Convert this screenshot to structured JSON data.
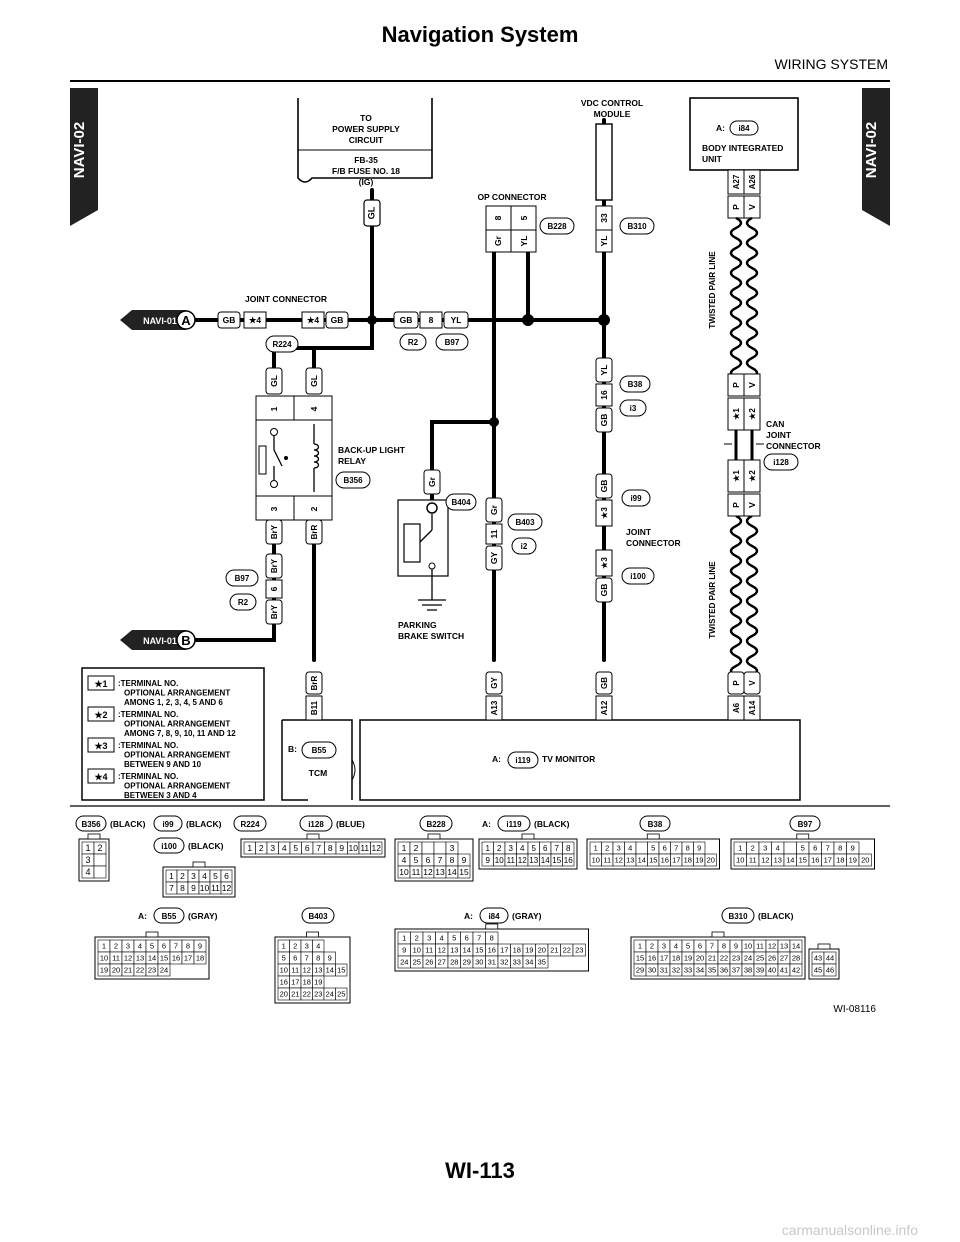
{
  "header": {
    "title": "Navigation System",
    "section": "WIRING SYSTEM"
  },
  "footer": {
    "page": "WI-113",
    "watermark": "carmanualsonline.info"
  },
  "side_tabs": {
    "left": "NAVI-02",
    "right": "NAVI-02"
  },
  "diagram": {
    "power_supply": {
      "line1": "TO",
      "line2": "POWER SUPPLY",
      "line3": "CIRCUIT",
      "fuse1": "FB-35",
      "fuse2": "F/B FUSE NO. 18",
      "fuse3": "(IG)",
      "wire": "GL"
    },
    "joint_connector": {
      "label": "JOINT CONNECTOR",
      "conn": "R224",
      "w1": "GB",
      "s1": "★4",
      "s2": "★4",
      "w2": "GB"
    },
    "navi_a": {
      "ref": "NAVI-01",
      "letter": "A"
    },
    "navi_b": {
      "ref": "NAVI-01",
      "letter": "B"
    },
    "b97_conn": {
      "w1": "GB",
      "pin": "8",
      "w2": "YL",
      "c1": "R2",
      "c2": "B97"
    },
    "op_connector": {
      "label": "OP CONNECTOR",
      "conn": "B228",
      "p1": "8",
      "p2": "5",
      "w1": "Gr",
      "w2": "YL"
    },
    "vdc": {
      "line1": "VDC CONTROL",
      "line2": "MODULE",
      "pin": "33",
      "wire": "YL",
      "conn": "B310"
    },
    "body_unit": {
      "prefix": "A:",
      "conn": "i84",
      "line1": "BODY INTEGRATED",
      "line2": "UNIT",
      "p1": "A27",
      "p2": "A26",
      "w1": "P",
      "w2": "V"
    },
    "twisted1": "TWISTED PAIR LINE",
    "twisted2": "TWISTED PAIR LINE",
    "b38_conn": {
      "w1": "YL",
      "pin": "16",
      "w2": "GB",
      "c1": "B38",
      "c2": "i3"
    },
    "can_joint": {
      "line1": "CAN",
      "line2": "JOINT",
      "line3": "CONNECTOR",
      "conn": "i128",
      "w1": "P",
      "w2": "V",
      "s1": "★1",
      "s2": "★2"
    },
    "relay": {
      "line1": "BACK-UP LIGHT",
      "line2": "RELAY",
      "conn": "B356",
      "p1": "1",
      "p4": "4",
      "p3": "3",
      "p2": "2",
      "w_gl1": "GL",
      "w_gl2": "GL",
      "w_bry": "BrY",
      "w_brr": "BrR"
    },
    "b97_r2": {
      "c1": "B97",
      "c2": "R2",
      "w1": "BrY",
      "pin": "6",
      "w2": "BrY"
    },
    "parking": {
      "line1": "PARKING",
      "line2": "BRAKE SWITCH",
      "conn": "B404",
      "wire": "Gr"
    },
    "b403_conn": {
      "w1": "Gr",
      "pin": "11",
      "w2": "GY",
      "c1": "B403",
      "c2": "i2"
    },
    "joint2": {
      "line1": "JOINT",
      "line2": "CONNECTOR",
      "c1": "i99",
      "c2": "i100",
      "w1": "GB",
      "s1": "★3",
      "w2": "GB",
      "s2": "★3"
    },
    "tcm": {
      "prefix": "B:",
      "conn": "B55",
      "label": "TCM",
      "pin": "B11",
      "wire": "BrR"
    },
    "tv": {
      "prefix": "A:",
      "conn": "i119",
      "label": "TV MONITOR",
      "pins": [
        "A13",
        "A12",
        "A6",
        "A14"
      ],
      "wires": [
        "GY",
        "GB",
        "P",
        "V"
      ]
    },
    "legend": [
      {
        "sym": "★1",
        "lines": [
          ":TERMINAL NO.",
          "OPTIONAL ARRANGEMENT",
          "AMONG 1, 2, 3, 4, 5 AND 6"
        ]
      },
      {
        "sym": "★2",
        "lines": [
          ":TERMINAL NO.",
          "OPTIONAL ARRANGEMENT",
          "AMONG 7, 8, 9, 10, 11 AND 12"
        ]
      },
      {
        "sym": "★3",
        "lines": [
          ":TERMINAL NO.",
          "OPTIONAL ARRANGEMENT",
          "BETWEEN 9 AND 10"
        ]
      },
      {
        "sym": "★4",
        "lines": [
          ":TERMINAL NO.",
          "OPTIONAL ARRANGEMENT",
          "BETWEEN 3 AND 4"
        ]
      }
    ],
    "figure_id": "WI-08116"
  },
  "connectors": {
    "b356": {
      "name": "B356",
      "color": "(BLACK)",
      "rows": [
        [
          "1",
          "2"
        ],
        [
          "3"
        ],
        [
          "4"
        ]
      ]
    },
    "i99": {
      "name": "i99",
      "color": "(BLACK)"
    },
    "i100": {
      "name": "i100",
      "color": "(BLACK)",
      "rows": [
        [
          "1",
          "2",
          "3",
          "4",
          "5",
          "6"
        ],
        [
          "7",
          "8",
          "9",
          "10",
          "11",
          "12"
        ]
      ]
    },
    "r224": {
      "name": "R224"
    },
    "i128": {
      "name": "i128",
      "color": "(BLUE)",
      "rows": [
        [
          "1",
          "2",
          "3",
          "4",
          "5",
          "6",
          "7",
          "8",
          "9",
          "10",
          "11",
          "12"
        ]
      ]
    },
    "b228": {
      "name": "B228",
      "rows": [
        [
          "1",
          "2",
          "",
          "",
          "3"
        ],
        [
          "4",
          "5",
          "6",
          "7",
          "8",
          "9"
        ],
        [
          "10",
          "11",
          "12",
          "13",
          "14",
          "15"
        ]
      ]
    },
    "i119": {
      "prefix": "A:",
      "name": "i119",
      "color": "(BLACK)",
      "rows": [
        [
          "1",
          "2",
          "3",
          "4",
          "5",
          "6",
          "7",
          "8"
        ],
        [
          "9",
          "10",
          "11",
          "12",
          "13",
          "14",
          "15",
          "16"
        ]
      ]
    },
    "b38": {
      "name": "B38",
      "rows": [
        [
          "1",
          "2",
          "3",
          "4",
          "",
          "5",
          "6",
          "7",
          "8",
          "9"
        ],
        [
          "10",
          "11",
          "12",
          "13",
          "14",
          "15",
          "16",
          "17",
          "18",
          "19",
          "20"
        ]
      ]
    },
    "b97": {
      "name": "B97",
      "rows": [
        [
          "1",
          "2",
          "3",
          "4",
          "",
          "5",
          "6",
          "7",
          "8",
          "9"
        ],
        [
          "10",
          "11",
          "12",
          "13",
          "14",
          "15",
          "16",
          "17",
          "18",
          "19",
          "20"
        ]
      ]
    },
    "b55": {
      "prefix": "A:",
      "name": "B55",
      "color": "(GRAY)",
      "rows": [
        [
          "1",
          "2",
          "3",
          "4",
          "5",
          "6",
          "7",
          "8",
          "9"
        ],
        [
          "10",
          "11",
          "12",
          "13",
          "14",
          "15",
          "16",
          "17",
          "18"
        ],
        [
          "19",
          "20",
          "21",
          "22",
          "23",
          "24"
        ]
      ]
    },
    "b403": {
      "name": "B403",
      "rows": [
        [
          "1",
          "2",
          "3",
          "4"
        ],
        [
          "5",
          "6",
          "7",
          "8",
          "9"
        ],
        [
          "10",
          "11",
          "12",
          "13",
          "14",
          "15"
        ],
        [
          "16",
          "17",
          "18",
          "19"
        ],
        [
          "20",
          "21",
          "22",
          "23",
          "24",
          "25"
        ]
      ]
    },
    "i84": {
      "prefix": "A:",
      "name": "i84",
      "color": "(GRAY)",
      "rows": [
        [
          "1",
          "2",
          "3",
          "4",
          "5",
          "6",
          "7",
          "8"
        ],
        [
          "9",
          "10",
          "11",
          "12",
          "13",
          "14",
          "15",
          "16",
          "17",
          "18",
          "19",
          "20",
          "21",
          "22",
          "23"
        ],
        [
          "24",
          "25",
          "26",
          "27",
          "28",
          "29",
          "30",
          "31",
          "32",
          "33",
          "34",
          "35"
        ]
      ]
    },
    "b310": {
      "name": "B310",
      "color": "(BLACK)",
      "rows": [
        [
          "1",
          "2",
          "3",
          "4",
          "5",
          "6",
          "7",
          "8",
          "9",
          "10",
          "11",
          "12",
          "13",
          "14"
        ],
        [
          "15",
          "16",
          "17",
          "18",
          "19",
          "20",
          "21",
          "22",
          "23",
          "24",
          "25",
          "26",
          "27",
          "28"
        ],
        [
          "29",
          "30",
          "31",
          "32",
          "33",
          "34",
          "35",
          "36",
          "37",
          "38",
          "39",
          "40",
          "41",
          "42"
        ]
      ],
      "side": [
        [
          "43",
          "44"
        ],
        [
          "45",
          "46"
        ]
      ]
    }
  }
}
